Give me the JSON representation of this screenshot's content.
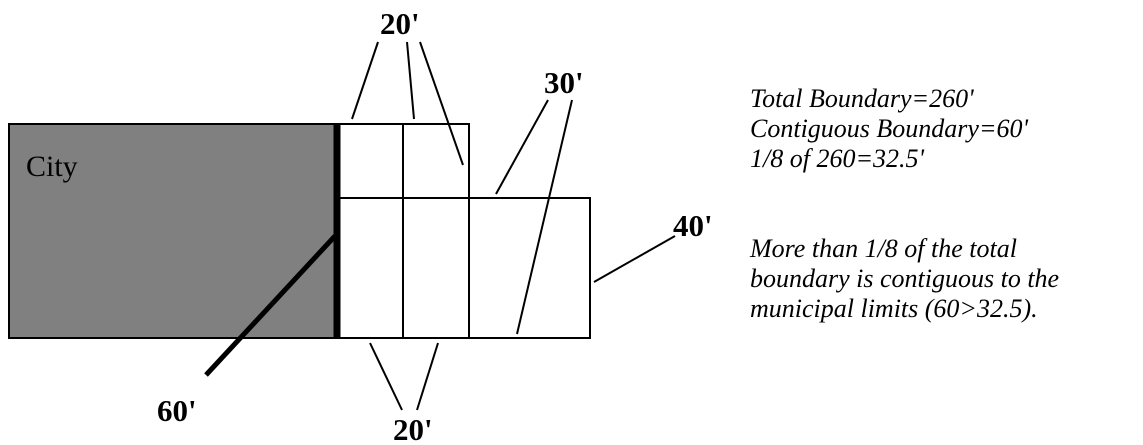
{
  "diagram": {
    "city_label": "City",
    "dimension_labels": {
      "top_20": "20'",
      "bottom_20": "20'",
      "right_30": "30'",
      "right_40": "40'",
      "contiguous_60": "60'"
    },
    "calculation_lines": [
      "Total Boundary=260'",
      "Contiguous Boundary=60'",
      "1/8 of 260=32.5'"
    ],
    "conclusion_lines": [
      "More than 1/8 of the total",
      "boundary is contiguous to the",
      "municipal limits (60>32.5)."
    ]
  },
  "colors": {
    "city_fill": "#808080",
    "line": "#000000",
    "background": "#ffffff"
  }
}
